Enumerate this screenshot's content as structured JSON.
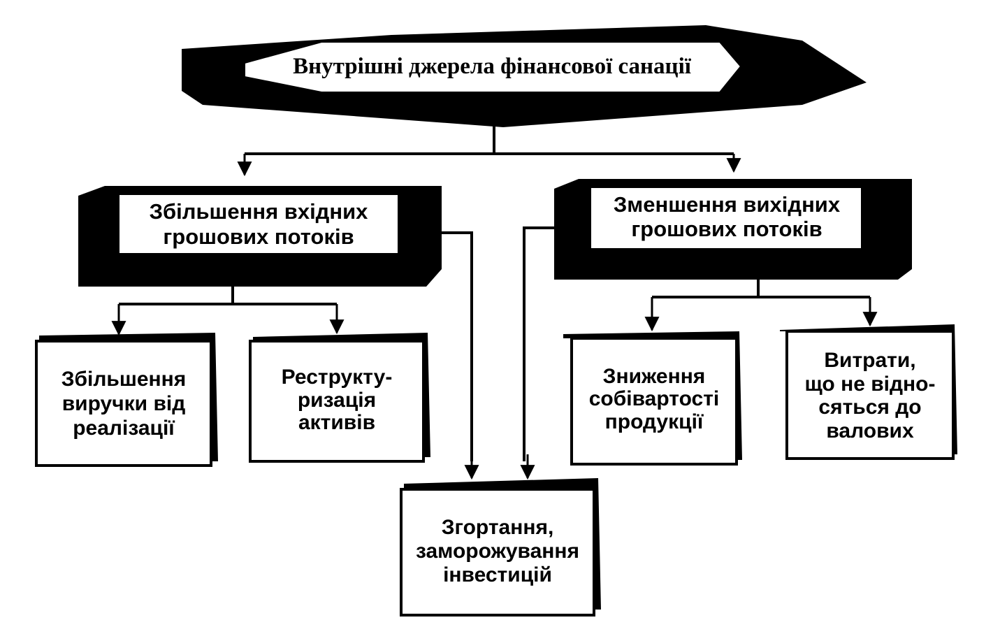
{
  "diagram": {
    "root": {
      "title": "Внутрішні джерела фінансової санації"
    },
    "left_branch": {
      "line1": "Збільшення вхідних",
      "line2": "грошових потоків"
    },
    "right_branch": {
      "line1": "Зменшення вихідних",
      "line2": "грошових потоків"
    },
    "leaves": {
      "revenue": {
        "line1": "Збільшення",
        "line2": "виручки від",
        "line3": "реалізації"
      },
      "restructuring": {
        "line1": "Реструкту-",
        "line2": "ризація",
        "line3": "активів"
      },
      "investments": {
        "line1": "Згортання,",
        "line2": "заморожування",
        "line3": "інвестицій"
      },
      "cost": {
        "line1": "Зниження",
        "line2": "собівартості",
        "line3": "продукції"
      },
      "expenses": {
        "line1": "Витрати,",
        "line2": "що не відно-",
        "line3": "сяться до",
        "line4": "валових"
      }
    },
    "colors": {
      "ink": "#000000",
      "paper": "#ffffff"
    }
  }
}
